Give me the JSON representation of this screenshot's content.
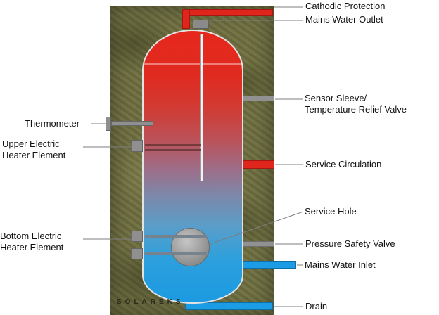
{
  "brand": "SOLAREKS",
  "labels": {
    "cathodic_protection": "Cathodic Protection",
    "mains_water_outlet": "Mains Water Outlet",
    "sensor_sleeve_line1": "Sensor Sleeve/",
    "sensor_sleeve_line2": "Temperature Relief Valve",
    "service_circulation": "Service Circulation",
    "service_hole": "Service Hole",
    "pressure_safety_valve": "Pressure Safety Valve",
    "mains_water_inlet": "Mains Water Inlet",
    "drain": "Drain",
    "thermometer": "Thermometer",
    "upper_heater_line1": "Upper Electric",
    "upper_heater_line2": "Heater Element",
    "bottom_heater_line1": "Bottom Electric",
    "bottom_heater_line2": "Heater Element"
  },
  "colors": {
    "tank_hot": "#e6281c",
    "tank_cold": "#1b9ae2",
    "pipe_red": "#e0251d",
    "pipe_blue": "#1b9ce4",
    "fitting_gray": "#8f8f8f",
    "panel_olive": "#6f6f41",
    "leader_line": "#7d7d7d"
  }
}
